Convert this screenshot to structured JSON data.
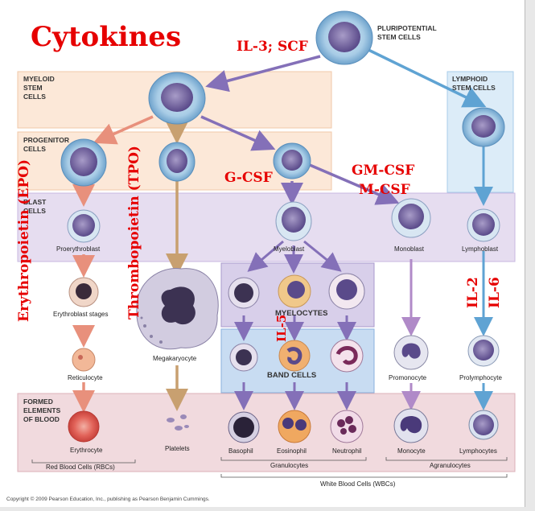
{
  "title": "Cytokines",
  "bands": {
    "myeloid": "MYELOID\nSTEM\nCELLS",
    "progenitor": "PROGENITOR\nCELLS",
    "blast": "BLAST\nCELLS",
    "formed": "FORMED\nELEMENTS\nOF BLOOD",
    "lymphoid": "LYMPHOID\nSTEM CELLS",
    "pluripotent": "PLURIPOTENTIAL\nSTEM CELLS"
  },
  "cells": {
    "proerythroblast": "Proerythroblast",
    "erythroblast": "Erythroblast stages",
    "reticulocyte": "Reticulocyte",
    "erythrocyte": "Erythrocyte",
    "megakaryocyte": "Megakaryocyte",
    "platelets": "Platelets",
    "myeloblast": "Myeloblast",
    "monoblast": "Monoblast",
    "lymphoblast": "Lymphoblast",
    "promonocyte": "Promonocyte",
    "prolymphocyte": "Prolymphocyte",
    "basophil": "Basophil",
    "eosinophil": "Eosinophil",
    "neutrophil": "Neutrophil",
    "monocyte": "Monocyte",
    "lymphocytes": "Lymphocytes"
  },
  "sections": {
    "myelocytes": "MYELOCYTES",
    "band_cells": "BAND CELLS"
  },
  "groups": {
    "rbc": "Red Blood Cells (RBCs)",
    "granulocytes": "Granulocytes",
    "agranulocytes": "Agranulocytes",
    "wbc": "White Blood Cells (WBCs)"
  },
  "cytokines": {
    "il3_scf": "IL-3; SCF",
    "g_csf": "G-CSF",
    "gm_csf": "GM-CSF",
    "m_csf": "M-CSF",
    "epo": "Erythropoietin (EPO)",
    "tpo": "Thrombopoietin (TPO)",
    "il5": "IL-5",
    "il2": "IL-2",
    "il6": "IL-6"
  },
  "copyright": "Copyright © 2009 Pearson Education, Inc., publishing as Pearson Benjamin Cummings.",
  "colors": {
    "cytokine_red": "#e60000",
    "myeloid_band": "#fce8d8",
    "blast_band": "#e6ddf0",
    "formed_band": "#f1dade",
    "lymphoid_band": "#dcecf8",
    "granulocyte_box": "#d8cfea",
    "band_cell_box": "#c8dcf2",
    "arrow_salmon": "#e8907c",
    "arrow_tan": "#c8a070",
    "arrow_purple": "#8470b8",
    "arrow_blue": "#5fa3d3"
  }
}
